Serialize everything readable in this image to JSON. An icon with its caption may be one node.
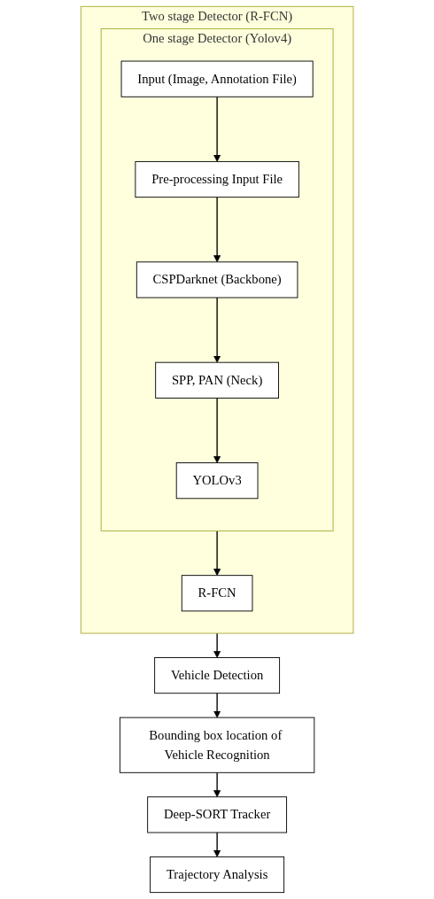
{
  "diagram": {
    "nodes": [
      {
        "text": [
          "Two stage Detector (R-FCN)"
        ]
      },
      {
        "text": [
          "One stage Detector (Yolov4)"
        ],
        "in": 0
      },
      {
        "text": [
          "Input (Image, Annotation File)"
        ],
        "in": 1
      },
      {
        "text": [
          "Pre-processing Input File"
        ],
        "in": 1
      },
      {
        "text": [
          "CSPDarknet (Backbone)"
        ],
        "in": 1
      },
      {
        "text": [
          "SPP, PAN (Neck)"
        ],
        "in": 1
      },
      {
        "text": [
          "YOLOv3"
        ],
        "in": 1
      },
      {
        "text": [
          "R-FCN"
        ],
        "in": 0
      },
      {
        "text": [
          "Vehicle Detection"
        ]
      },
      {
        "text": [
          "Bounding box location of Vehicle Recognition"
        ]
      },
      {
        "text": [
          "Deep-SORT Tracker"
        ]
      },
      {
        "text": [
          "Trajectory Analysis"
        ]
      }
    ],
    "edges": [
      {
        "from": 2,
        "to": 3,
        "arrow": "to"
      },
      {
        "from": 3,
        "to": 4,
        "arrow": "to"
      },
      {
        "from": 4,
        "to": 5,
        "arrow": "to"
      },
      {
        "from": 5,
        "to": 6,
        "arrow": "to"
      },
      {
        "from": 1,
        "to": 7,
        "arrow": "to"
      },
      {
        "from": 0,
        "to": 8,
        "arrow": "to"
      },
      {
        "from": 8,
        "to": 9,
        "arrow": "to"
      },
      {
        "from": 9,
        "to": 10,
        "arrow": "to"
      },
      {
        "from": 10,
        "to": 11,
        "arrow": "to"
      }
    ]
  }
}
